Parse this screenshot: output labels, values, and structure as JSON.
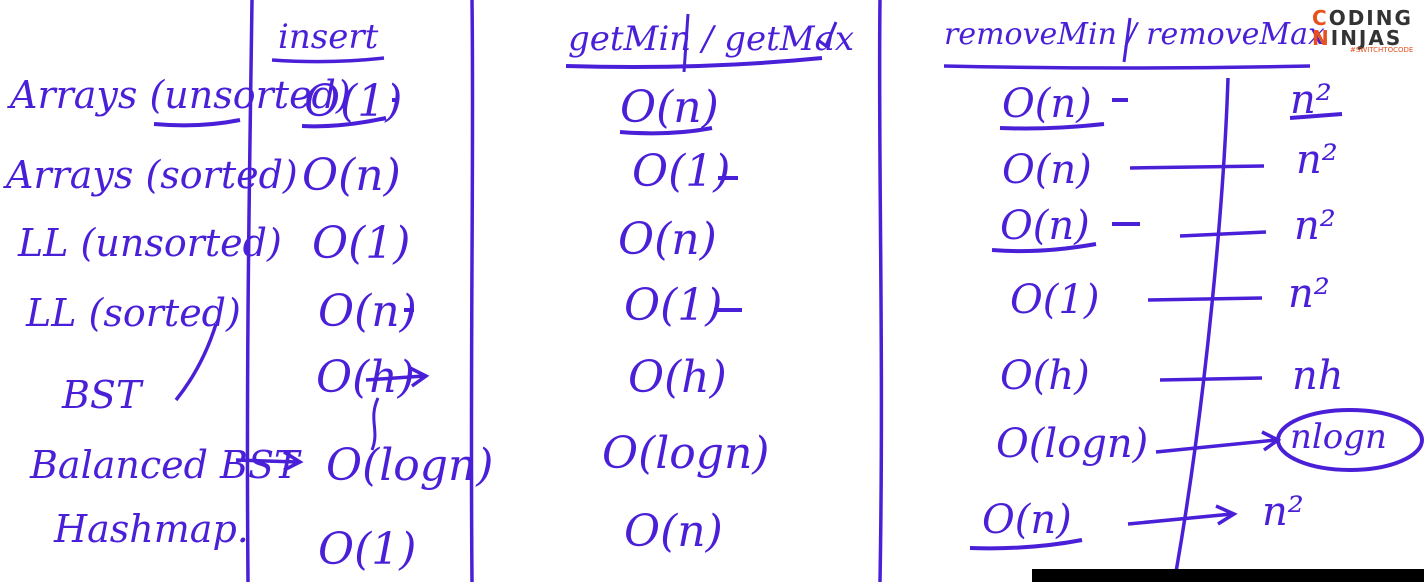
{
  "headers": {
    "insert": "insert",
    "get": "getMin / getMax",
    "remove": "removeMin / removeMax"
  },
  "rows": [
    {
      "label": "Arrays (unsorted)",
      "insert": "O(1)",
      "get": "O(n)",
      "remove": "O(n)",
      "remove_total": "n²"
    },
    {
      "label": "Arrays (sorted)",
      "insert": "O(n)",
      "get": "O(1)",
      "remove": "O(n)",
      "remove_total": "n²"
    },
    {
      "label": "LL (unsorted)",
      "insert": "O(1)",
      "get": "O(n)",
      "remove": "O(n)",
      "remove_total": "n²"
    },
    {
      "label": "LL (sorted)",
      "insert": "O(n)",
      "get": "O(1)",
      "remove": "O(1)",
      "remove_total": "n²"
    },
    {
      "label": "BST",
      "insert": "O(h)",
      "get": "O(h)",
      "remove": "O(h)",
      "remove_total": "nh"
    },
    {
      "label": "Balanced BST",
      "insert": "O(logn)",
      "get": "O(logn)",
      "remove": "O(logn)",
      "remove_total": "nlogn"
    },
    {
      "label": "Hashmap.",
      "insert": "O(1)",
      "get": "O(n)",
      "remove": "O(n)",
      "remove_total": "n²"
    }
  ],
  "logo": {
    "line1_a": "C",
    "line1_b": "ODING",
    "line2_a": "N",
    "line2_b": "INJAS",
    "tagline": "#SWITCHTOCODE"
  },
  "colors": {
    "ink": "#4a1fd8",
    "logo_accent": "#e8501e",
    "background": "#ffffff"
  }
}
